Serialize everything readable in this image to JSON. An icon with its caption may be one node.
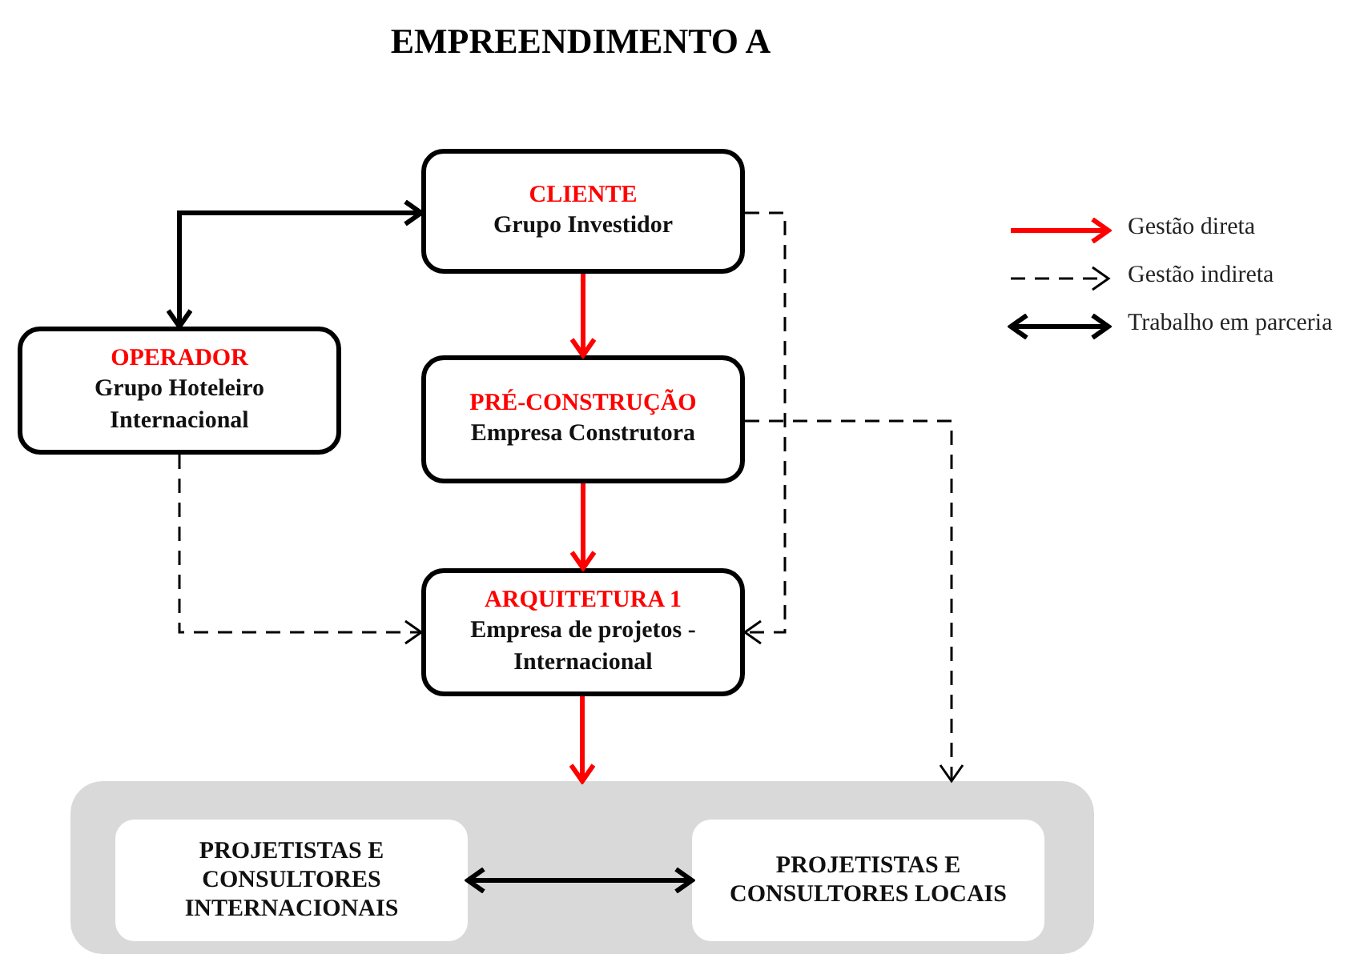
{
  "diagram": {
    "title": "EMPREENDIMENTO A",
    "nodes": [
      {
        "text": [
          "CLIENTE",
          "Grupo Investidor"
        ]
      },
      {
        "text": [
          "OPERADOR",
          "Grupo Hoteleiro Internacional"
        ]
      },
      {
        "text": [
          "PRÉ-CONSTRUÇÃO",
          "Empresa Construtora"
        ]
      },
      {
        "text": [
          "ARQUITETURA 1",
          "Empresa  de projetos - Internacional"
        ]
      },
      {
        "text": [],
        "shape": "box"
      },
      {
        "text": [
          "PROJETISTAS E CONSULTORES INTERNACIONAIS"
        ],
        "in": 4
      },
      {
        "text": [
          "PROJETISTAS E CONSULTORES LOCAIS"
        ],
        "in": 4
      }
    ],
    "edges": [
      {
        "from": 0,
        "to": 1,
        "arrow": "both"
      },
      {
        "from": 0,
        "to": 2,
        "arrow": "to",
        "color": "#ff0000"
      },
      {
        "from": 2,
        "to": 3,
        "arrow": "to",
        "color": "#ff0000"
      },
      {
        "from": 3,
        "to": 4,
        "arrow": "to",
        "color": "#ff0000"
      },
      {
        "from": 1,
        "to": 3,
        "arrow": "to",
        "style": "dashed"
      },
      {
        "from": 0,
        "to": 3,
        "arrow": "to",
        "style": "dashed"
      },
      {
        "from": 2,
        "to": 4,
        "arrow": "to",
        "style": "dashed"
      },
      {
        "from": 5,
        "to": 6,
        "arrow": "both"
      }
    ],
    "legend": [
      {
        "text": "Gestão direta"
      },
      {
        "text": "Gestão indireta"
      },
      {
        "text": "Trabalho em parceria"
      }
    ]
  }
}
